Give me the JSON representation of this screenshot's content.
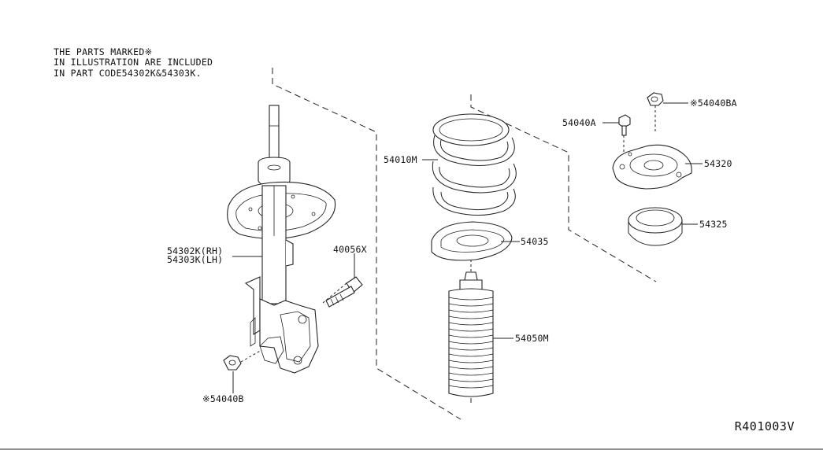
{
  "note": {
    "lines": [
      "THE PARTS MARKED※",
      "IN ILLUSTRATION ARE INCLUDED",
      "IN PART CODE54302K&54303K."
    ]
  },
  "callouts": {
    "strut_rh": "54302K(RH)",
    "strut_lh": "54303K(LH)",
    "bolt": "40056X",
    "nut_lower": "※54040B",
    "spring": "54010M",
    "spring_seat": "54035",
    "bound_bumper": "54050M",
    "nut_a": "54040A",
    "nut_ba": "※54040BA",
    "mount_insulator": "54320",
    "bearing": "54325"
  },
  "reference_code": "R401003V"
}
